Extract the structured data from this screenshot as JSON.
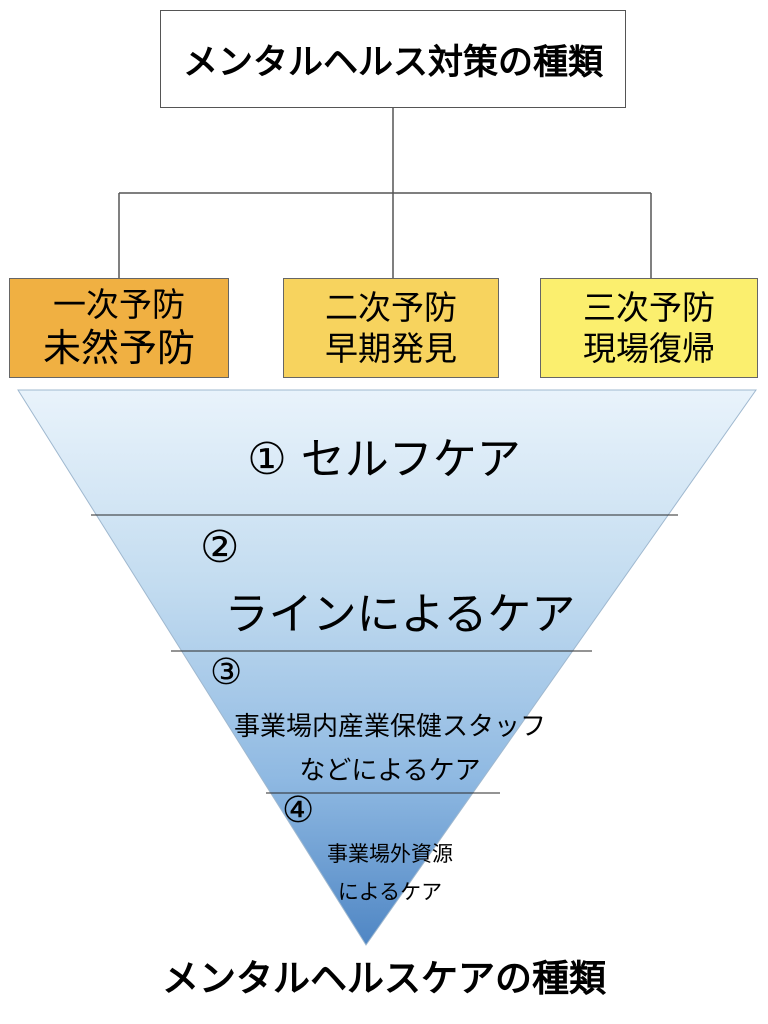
{
  "title": "メンタルヘルス対策の種類",
  "prevention": [
    {
      "line1": "一次予防",
      "line2": "未然予防",
      "color": "#f0b042"
    },
    {
      "line1": "二次予防",
      "line2": "早期発見",
      "color": "#f7d35e"
    },
    {
      "line1": "三次予防",
      "line2": "現場復帰",
      "color": "#fbef6e"
    }
  ],
  "care": [
    {
      "number": "①",
      "label": "セルフケア"
    },
    {
      "number": "②",
      "label": "ラインによるケア"
    },
    {
      "number": "③",
      "label_line1": "事業場内産業保健スタッフ",
      "label_line2": "などによるケア"
    },
    {
      "number": "④",
      "label_line1": "事業場外資源",
      "label_line2": "によるケア"
    }
  ],
  "care1_text": "① セルフケア",
  "funnel_colors": {
    "top": "#e9f3fb",
    "bottom": "#4f86c4"
  },
  "bottom_title": "メンタルヘルスケアの種類"
}
